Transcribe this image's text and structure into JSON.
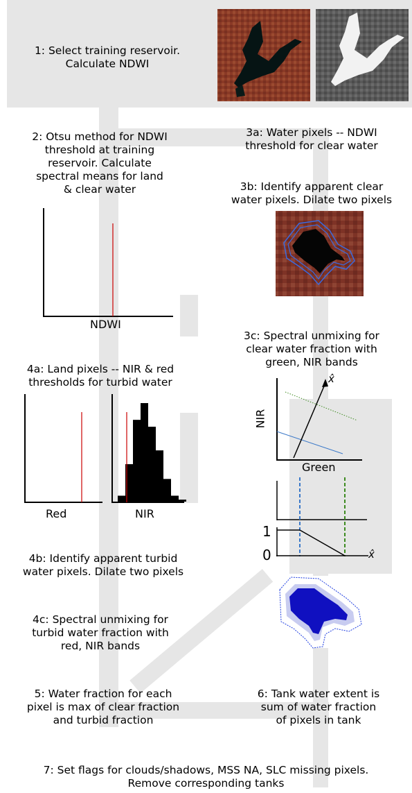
{
  "steps": {
    "s1": "1: Select training reservoir.\nCalculate NDWI",
    "s2": "2: Otsu method for NDWI\nthreshold at training\nreservoir. Calculate\nspectral means for land\n& clear water",
    "s3a": "3a: Water pixels -- NDWI\nthreshold for clear water",
    "s3b": "3b: Identify apparent clear\nwater pixels. Dilate two pixels",
    "s3c": "3c: Spectral unmixing for\nclear water fraction with\ngreen, NIR bands",
    "s4a": "4a: Land pixels -- NIR & red\nthresholds for turbid water",
    "s4b": "4b: Identify apparent turbid\nwater pixels. Dilate two pixels",
    "s4c": "4c: Spectral unmixing for\nturbid water fraction with\nred, NIR bands",
    "s5": "5: Water fraction for each\npixel is max of clear fraction\nand turbid fraction",
    "s6": "6: Tank water extent is\nsum of water fraction\nof pixels in tank",
    "s7": "7: Set flags for clouds/shadows, MSS NA, SLC missing pixels.\nRemove corresponding tanks"
  },
  "axis_labels": {
    "ndwi": "NDWI",
    "red": "Red",
    "nir": "NIR",
    "nir_y": "NIR",
    "green": "Green",
    "x_hat": "x̂",
    "one": "1",
    "zero": "0"
  },
  "colors": {
    "flow": "#e6e6e6",
    "threshold": "#cc0000",
    "clear_line": "#3a78c8",
    "veg_line": "#3c8a1e",
    "water_fill": "#1010c0"
  },
  "chart_data": [
    {
      "type": "bar",
      "xlabel": "NIR",
      "categories": [
        "1",
        "2",
        "3",
        "4",
        "5",
        "6",
        "7",
        "8",
        "9"
      ],
      "values": [
        0.06,
        0.38,
        0.83,
        1.0,
        0.76,
        0.52,
        0.23,
        0.06,
        0.02
      ],
      "threshold_marker": true
    }
  ]
}
